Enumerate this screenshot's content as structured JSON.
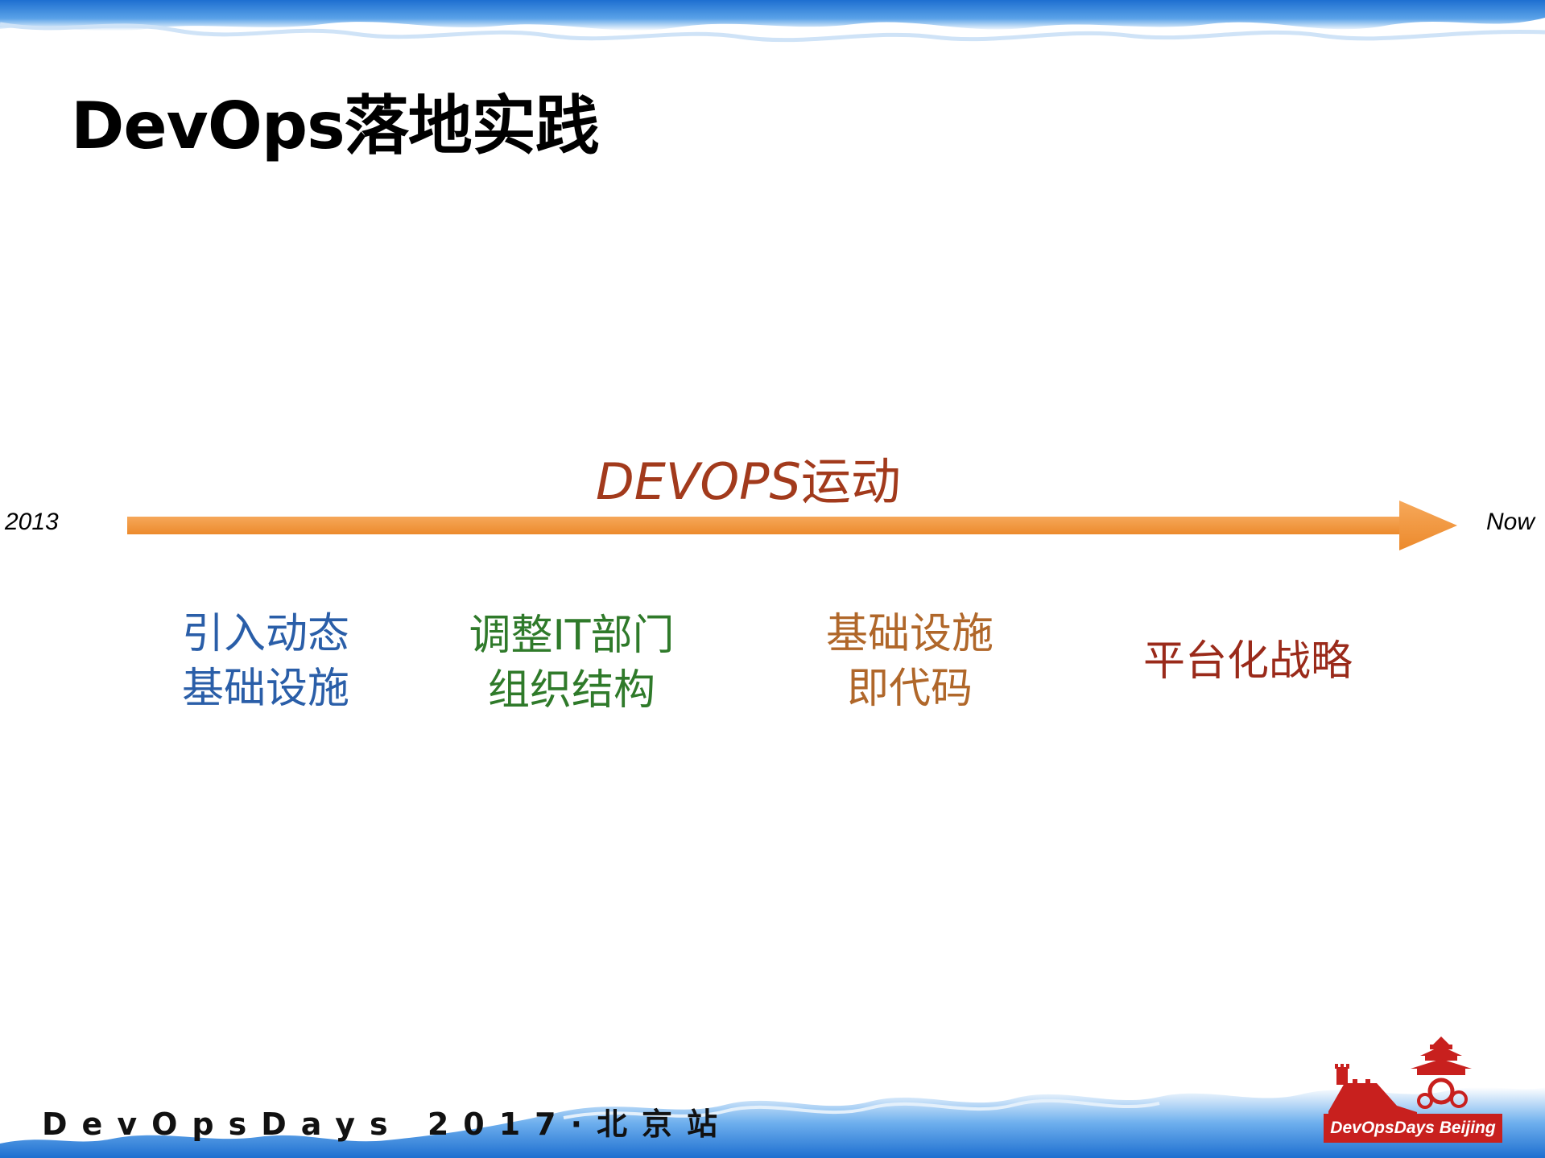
{
  "slide": {
    "title": "DevOps落地实践"
  },
  "timeline": {
    "movement_label_latin": "DEVOPS",
    "movement_label_cn": "运动",
    "start_label": "2013",
    "end_label": "Now",
    "arrow_color": "#f0963a",
    "phases": [
      {
        "lines": [
          "引入动态",
          "基础设施"
        ],
        "color": "#2a5ea8"
      },
      {
        "lines": [
          "调整IT部门",
          "组织结构"
        ],
        "color": "#2f7a2a"
      },
      {
        "lines": [
          "基础设施",
          "即代码"
        ],
        "color": "#b0672a"
      },
      {
        "lines": [
          "平台化战略"
        ],
        "color": "#9a2a1a"
      }
    ]
  },
  "footer": {
    "event_text": "DevOpsDays 2017·北京站",
    "logo_caption": "DevOpsDays Beijing",
    "logo_color": "#c8201e"
  }
}
